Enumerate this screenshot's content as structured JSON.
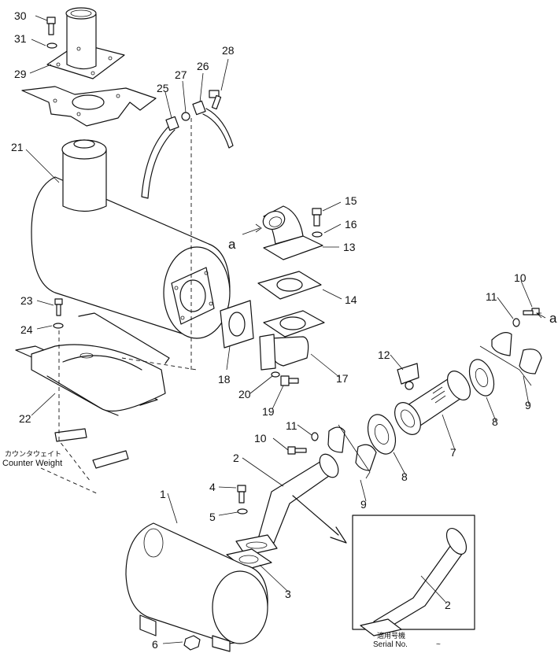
{
  "callouts": [
    {
      "text": "30"
    },
    {
      "text": "31"
    },
    {
      "text": "29"
    },
    {
      "text": "28"
    },
    {
      "text": "27"
    },
    {
      "text": "26"
    },
    {
      "text": "25"
    },
    {
      "text": "21"
    },
    {
      "text": "15"
    },
    {
      "text": "16"
    },
    {
      "text": "13"
    },
    {
      "text": "a"
    },
    {
      "text": "14"
    },
    {
      "text": "23"
    },
    {
      "text": "24"
    },
    {
      "text": "18"
    },
    {
      "text": "17"
    },
    {
      "text": "10"
    },
    {
      "text": "11"
    },
    {
      "text": "a"
    },
    {
      "text": "12"
    },
    {
      "text": "20"
    },
    {
      "text": "19"
    },
    {
      "text": "22"
    },
    {
      "text": "9"
    },
    {
      "text": "8"
    },
    {
      "text": "7"
    },
    {
      "text": "11"
    },
    {
      "text": "10"
    },
    {
      "text": "8"
    },
    {
      "text": "2"
    },
    {
      "text": "9"
    },
    {
      "text": "1"
    },
    {
      "text": "4"
    },
    {
      "text": "5"
    },
    {
      "text": "3"
    },
    {
      "text": "2"
    },
    {
      "text": "6"
    }
  ],
  "counter_weight": {
    "jp": "カウンタウェイト",
    "en": "Counter Weight"
  },
  "serial": {
    "jp": "適用号機",
    "en": "Serial No.",
    "range": "~"
  }
}
